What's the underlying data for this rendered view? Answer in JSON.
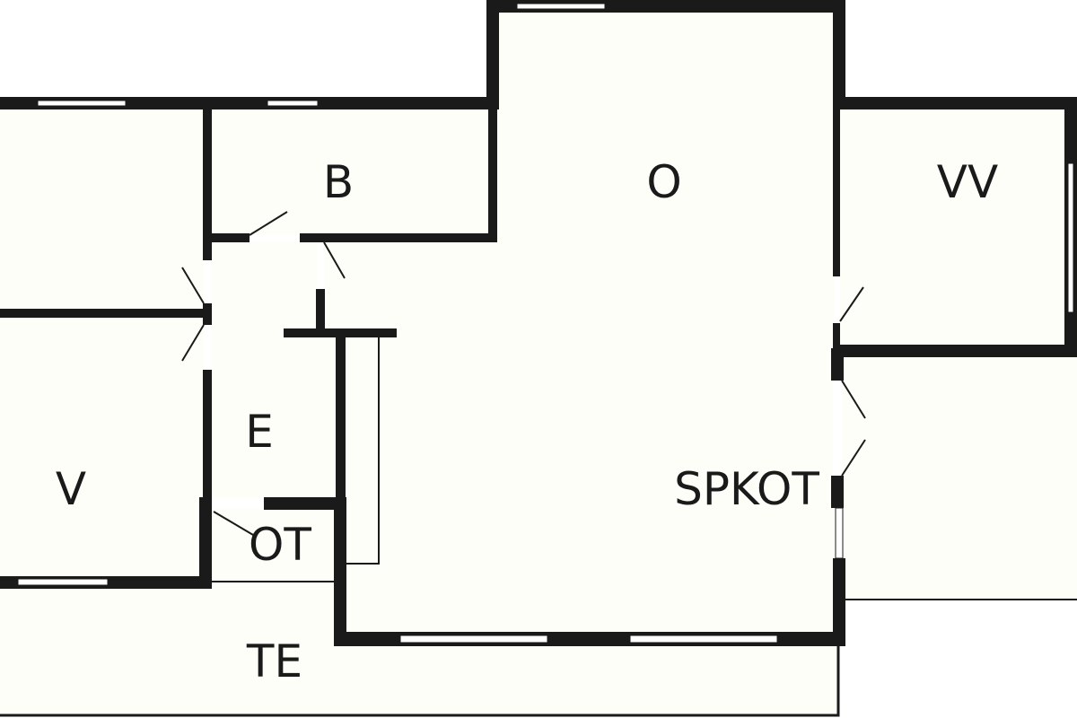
{
  "colors": {
    "wall": "#1a1a1a",
    "floor": "#fdfef8",
    "background": "#ffffff"
  },
  "rooms": {
    "b": "B",
    "o": "O",
    "vv": "VV",
    "e": "E",
    "v": "V",
    "ot": "OT",
    "spkot": "SPKOT",
    "te": "TE"
  }
}
